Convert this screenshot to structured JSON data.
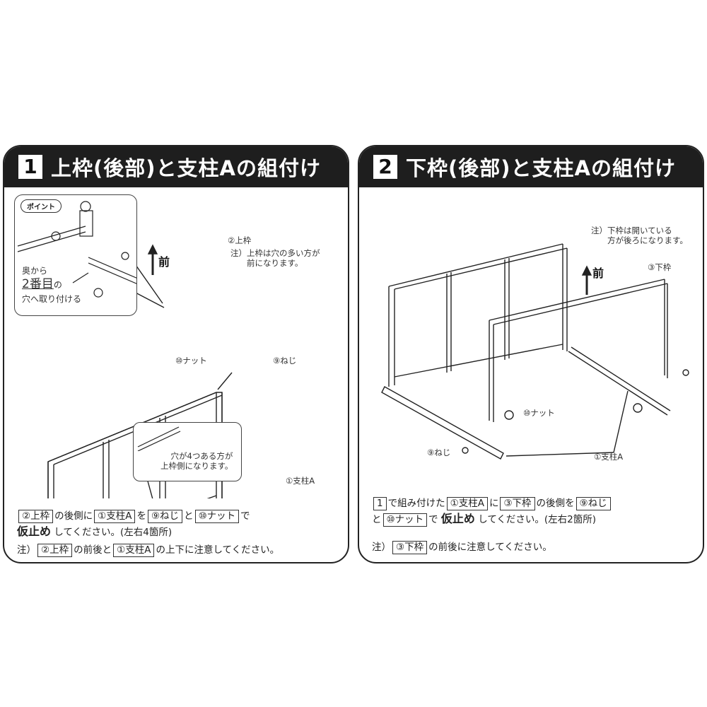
{
  "steps": [
    {
      "number": "1",
      "title": "上枠(後部)と支柱Aの組付け",
      "point": {
        "tag": "ポイント",
        "text_line1": "奥から",
        "text_emph": "2番目",
        "text_suffix": "の",
        "text_line3": "穴へ取り付ける"
      },
      "front_label": "前",
      "labels": {
        "upper_frame": "②上枠",
        "upper_frame_note": "注）上枠は穴の多い方が\n　　前になります。",
        "nut": "⑩ナット",
        "screw": "⑨ねじ",
        "post": "①支柱A",
        "callout": "穴が4つある方が\n上枠側になります。"
      },
      "instruction": {
        "line1": [
          "②上枠",
          "の後側に",
          "①支柱A",
          "を",
          "⑨ねじ",
          "と",
          "⑩ナット",
          "で"
        ],
        "line2_bold": "仮止め",
        "line2_rest": "してください。(左右4箇所)",
        "note_prefix": "注）",
        "note": [
          "②上枠",
          "の前後と",
          "①支柱A",
          "の上下に注意してください。"
        ]
      }
    },
    {
      "number": "2",
      "title": "下枠(後部)と支柱Aの組付け",
      "front_label": "前",
      "labels": {
        "lower_frame_note": "注）下枠は開いている\n　　方が後ろになります。",
        "lower_frame": "③下枠",
        "nut": "⑩ナット",
        "screw": "⑨ねじ",
        "post": "①支柱A"
      },
      "instruction": {
        "line1": [
          "1",
          "で組み付けた",
          "①支柱A",
          "に",
          "③下枠",
          "の後側を",
          "⑨ねじ"
        ],
        "line2_prefix": "と",
        "line2_box": "⑩ナット",
        "line2_mid": "で",
        "line2_bold": "仮止め",
        "line2_rest": "してください。(左右2箇所)",
        "note_prefix": "注）",
        "note": [
          "③下枠",
          "の前後に注意してください。"
        ]
      }
    }
  ]
}
